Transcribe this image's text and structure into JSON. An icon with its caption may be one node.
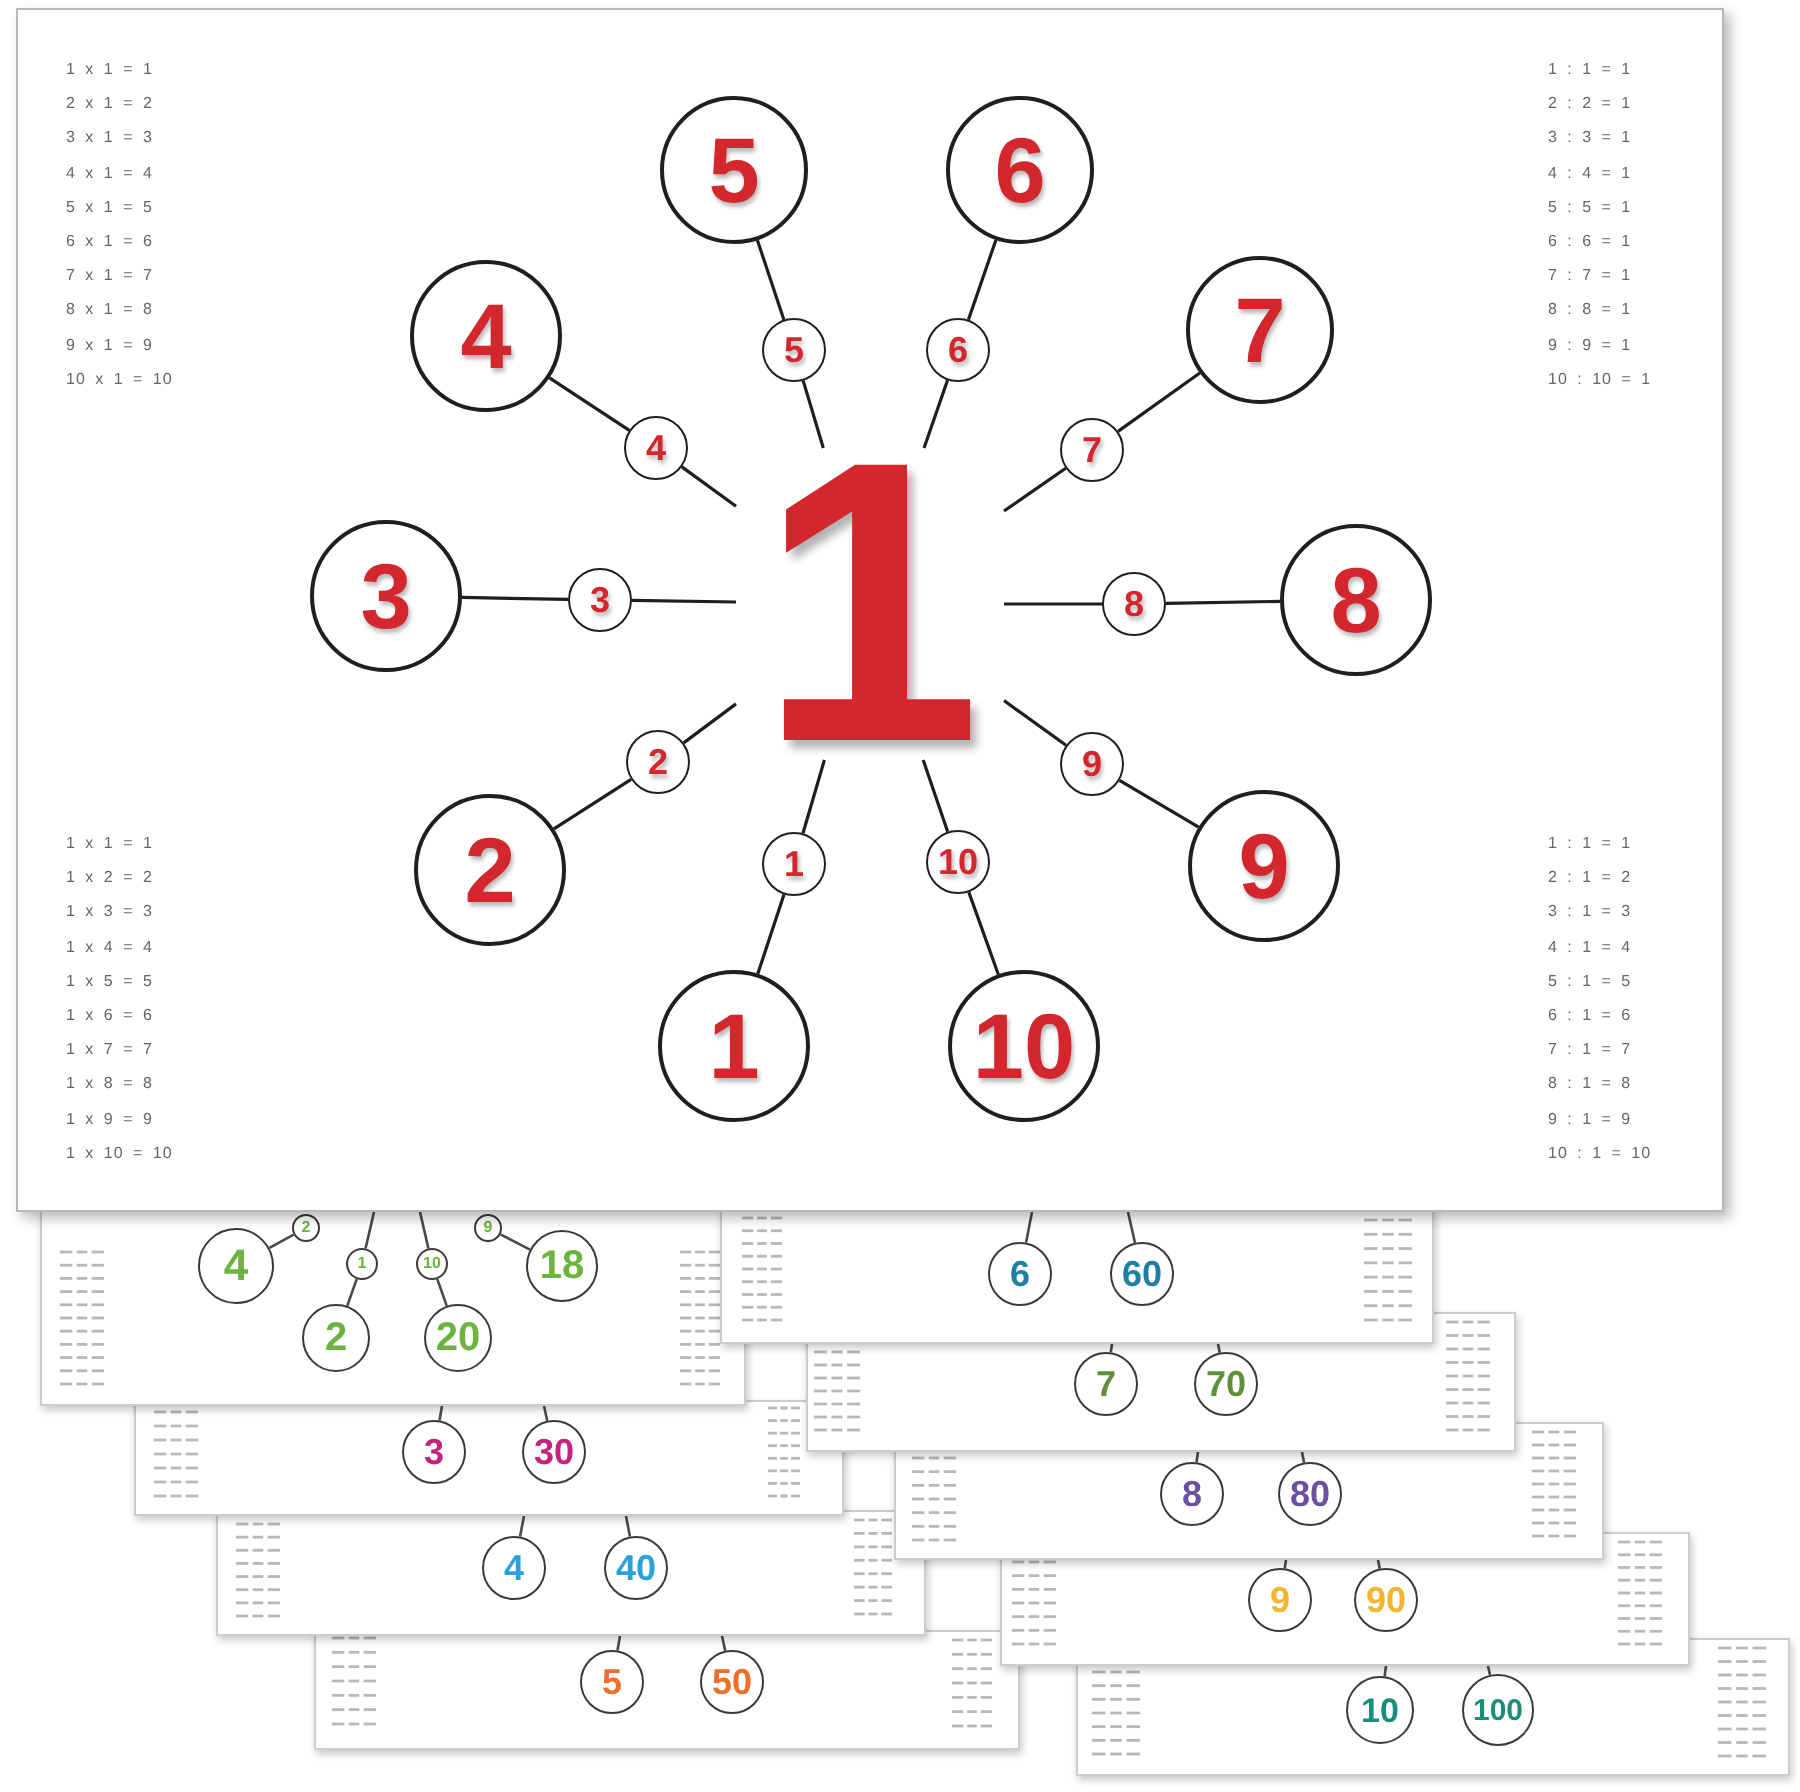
{
  "diagram": {
    "nodes": [
      {
        "text": [],
        "shape": "box"
      },
      {
        "text": [
          "5"
        ],
        "in": 0
      },
      {
        "text": [
          "6"
        ],
        "in": 0
      },
      {
        "text": [
          "4"
        ],
        "in": 0
      },
      {
        "text": [
          "7"
        ],
        "in": 0
      },
      {
        "text": [
          "5"
        ],
        "in": 0
      },
      {
        "text": [
          "6"
        ],
        "in": 0
      },
      {
        "text": [
          "4"
        ],
        "in": 0
      },
      {
        "text": [
          "7"
        ],
        "in": 0
      },
      {
        "text": [
          "3"
        ],
        "in": 0
      },
      {
        "text": [
          "3"
        ],
        "in": 0
      },
      {
        "text": [
          "1"
        ],
        "in": 0
      },
      {
        "text": [
          "8"
        ],
        "in": 0
      },
      {
        "text": [
          "8"
        ],
        "in": 0
      },
      {
        "text": [
          "2"
        ],
        "in": 0
      },
      {
        "text": [
          "9"
        ],
        "in": 0
      },
      {
        "text": [
          "2"
        ],
        "in": 0
      },
      {
        "text": [
          "9"
        ],
        "in": 0
      },
      {
        "text": [
          "1"
        ],
        "in": 0
      },
      {
        "text": [
          "10"
        ],
        "in": 0
      },
      {
        "text": [
          "1"
        ],
        "in": 0
      },
      {
        "text": [
          "10"
        ],
        "in": 0
      },
      {
        "text": [],
        "shape": "box"
      },
      {
        "text": [
          "2"
        ],
        "in": 22
      },
      {
        "text": [
          "9"
        ],
        "in": 22
      },
      {
        "text": [
          "4"
        ],
        "in": 22
      },
      {
        "text": [
          "1"
        ],
        "in": 22
      },
      {
        "text": [
          "10"
        ],
        "in": 22
      },
      {
        "text": [
          "18"
        ],
        "in": 22
      },
      {
        "text": [
          "2"
        ],
        "in": 22
      },
      {
        "text": [
          "20"
        ],
        "in": 22
      },
      {
        "text": [],
        "shape": "box"
      },
      {
        "text": [
          "6"
        ],
        "in": 31
      },
      {
        "text": [
          "60"
        ],
        "in": 31
      },
      {
        "text": [],
        "shape": "box"
      },
      {
        "text": [
          "7"
        ],
        "in": 34
      },
      {
        "text": [
          "70"
        ],
        "in": 34
      },
      {
        "text": [],
        "shape": "box"
      },
      {
        "text": [
          "3"
        ],
        "in": 37
      },
      {
        "text": [
          "30"
        ],
        "in": 37
      },
      {
        "text": [],
        "shape": "box"
      },
      {
        "text": [
          "8"
        ],
        "in": 40
      },
      {
        "text": [
          "80"
        ],
        "in": 40
      },
      {
        "text": [],
        "shape": "box"
      },
      {
        "text": [
          "4"
        ],
        "in": 43
      },
      {
        "text": [
          "40"
        ],
        "in": 43
      },
      {
        "text": [],
        "shape": "box"
      },
      {
        "text": [
          "9"
        ],
        "in": 46
      },
      {
        "text": [
          "90"
        ],
        "in": 46
      },
      {
        "text": [],
        "shape": "box"
      },
      {
        "text": [
          "5"
        ],
        "in": 49
      },
      {
        "text": [
          "50"
        ],
        "in": 49
      },
      {
        "text": [],
        "shape": "box"
      },
      {
        "text": [
          "10"
        ],
        "in": 52
      },
      {
        "text": [
          "100"
        ],
        "in": 52
      }
    ],
    "edges": [
      {
        "from": 1,
        "to": 5,
        "arrow": "none"
      },
      {
        "from": 5,
        "to": 11,
        "arrow": "none"
      },
      {
        "from": 2,
        "to": 6,
        "arrow": "none"
      },
      {
        "from": 6,
        "to": 11,
        "arrow": "none"
      },
      {
        "from": 4,
        "to": 8,
        "arrow": "none"
      },
      {
        "from": 8,
        "to": 11,
        "arrow": "none"
      },
      {
        "from": 13,
        "to": 12,
        "arrow": "none"
      },
      {
        "from": 12,
        "to": 11,
        "arrow": "none"
      },
      {
        "from": 17,
        "to": 15,
        "arrow": "none"
      },
      {
        "from": 15,
        "to": 11,
        "arrow": "none"
      },
      {
        "from": 21,
        "to": 19,
        "arrow": "none"
      },
      {
        "from": 19,
        "to": 11,
        "arrow": "none"
      },
      {
        "from": 20,
        "to": 18,
        "arrow": "none"
      },
      {
        "from": 18,
        "to": 11,
        "arrow": "none"
      },
      {
        "from": 16,
        "to": 14,
        "arrow": "none"
      },
      {
        "from": 14,
        "to": 11,
        "arrow": "none"
      },
      {
        "from": 9,
        "to": 10,
        "arrow": "none"
      },
      {
        "from": 10,
        "to": 11,
        "arrow": "none"
      },
      {
        "from": 3,
        "to": 7,
        "arrow": "none"
      },
      {
        "from": 7,
        "to": 11,
        "arrow": "none"
      },
      {
        "from": 25,
        "to": 23,
        "arrow": "none"
      },
      {
        "from": 28,
        "to": 24,
        "arrow": "none"
      },
      {
        "from": 29,
        "to": 26,
        "arrow": "none"
      },
      {
        "from": 30,
        "to": 27,
        "arrow": "none"
      },
      {
        "from": 26,
        "to": 0,
        "arrow": "none"
      },
      {
        "from": 27,
        "to": 0,
        "arrow": "none"
      },
      {
        "from": 32,
        "to": 0,
        "arrow": "none"
      },
      {
        "from": 33,
        "to": 0,
        "arrow": "none"
      },
      {
        "from": 35,
        "to": 31,
        "arrow": "none"
      },
      {
        "from": 36,
        "to": 31,
        "arrow": "none"
      },
      {
        "from": 38,
        "to": 22,
        "arrow": "none"
      },
      {
        "from": 39,
        "to": 22,
        "arrow": "none"
      },
      {
        "from": 41,
        "to": 34,
        "arrow": "none"
      },
      {
        "from": 42,
        "to": 34,
        "arrow": "none"
      },
      {
        "from": 44,
        "to": 37,
        "arrow": "none"
      },
      {
        "from": 45,
        "to": 37,
        "arrow": "none"
      },
      {
        "from": 47,
        "to": 40,
        "arrow": "none"
      },
      {
        "from": 48,
        "to": 40,
        "arrow": "none"
      },
      {
        "from": 50,
        "to": 43,
        "arrow": "none"
      },
      {
        "from": 51,
        "to": 43,
        "arrow": "none"
      },
      {
        "from": 53,
        "to": 46,
        "arrow": "none"
      },
      {
        "from": 54,
        "to": 46,
        "arrow": "none"
      }
    ],
    "labels": [
      "1 x 1 = 1",
      "2 x 1 = 2",
      "3 x 1 = 3",
      "4 x 1 = 4",
      "5 x 1 = 5",
      "6 x 1 = 6",
      "7 x 1 = 7",
      "8 x 1 = 8",
      "9 x 1 = 9",
      "10 x 1 = 10",
      "1 : 1 = 1",
      "2 : 2 = 1",
      "3 : 3 = 1",
      "4 : 4 = 1",
      "5 : 5 = 1",
      "6 : 6 = 1",
      "7 : 7 = 1",
      "8 : 8 = 1",
      "9 : 9 = 1",
      "10 : 10 = 1",
      "1 x 1 = 1",
      "1 x 2 = 2",
      "1 x 3 = 3",
      "1 x 4 = 4",
      "1 x 5 = 5",
      "1 x 6 = 6",
      "1 x 7 = 7",
      "1 x 8 = 8",
      "1 x 9 = 9",
      "1 x 10 = 10",
      "1 : 1 = 1",
      "2 : 1 = 2",
      "3 : 1 = 3",
      "4 : 1 = 4",
      "5 : 1 = 5",
      "6 : 1 = 6",
      "7 : 1 = 7",
      "8 : 1 = 8",
      "9 : 1 = 9",
      "10 : 1 = 10"
    ]
  }
}
